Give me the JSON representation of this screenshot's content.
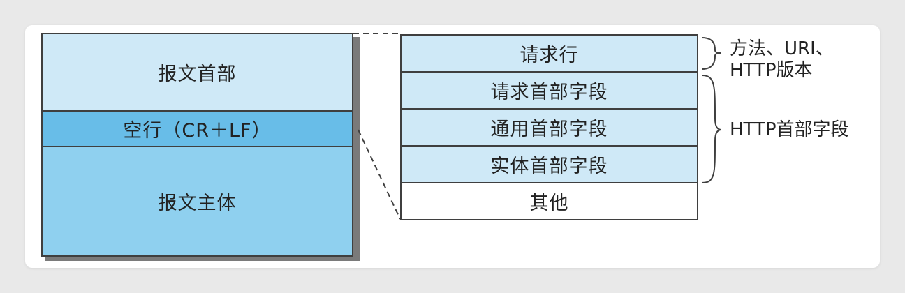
{
  "left_stack": {
    "items": [
      {
        "label": "报文首部",
        "color": "#cfe9f7"
      },
      {
        "label": "空行（CR＋LF）",
        "color": "#68bde8"
      },
      {
        "label": "报文主体",
        "color": "#8fd0ef"
      }
    ]
  },
  "right_stack": {
    "items": [
      {
        "label": "请求行",
        "color": "#cfe9f7"
      },
      {
        "label": "请求首部字段",
        "color": "#cfe9f7"
      },
      {
        "label": "通用首部字段",
        "color": "#cfe9f7"
      },
      {
        "label": "实体首部字段",
        "color": "#cfe9f7"
      },
      {
        "label": "其他",
        "color": "#ffffff"
      }
    ]
  },
  "annotations": {
    "request_line": {
      "line1": "方法、URI、",
      "line2": "HTTP版本"
    },
    "header_fields": {
      "label": "HTTP首部字段"
    }
  }
}
